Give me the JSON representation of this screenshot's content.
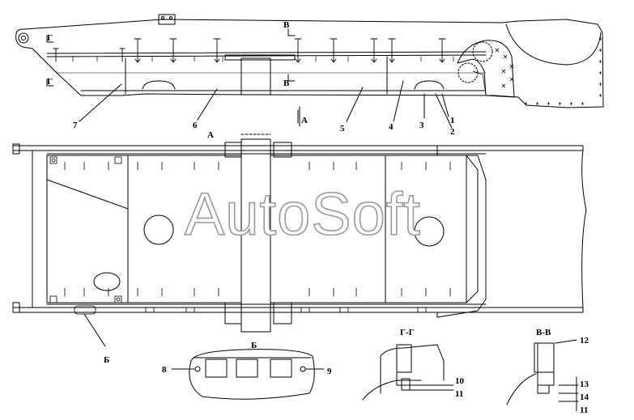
{
  "watermark": "AutoSoft",
  "view_labels": {
    "view_a": "А",
    "detail_b": "Б",
    "detail_b_title": "Б",
    "section_g": "Г",
    "section_g_title": "Г-Г",
    "section_v": "В",
    "section_v_title": "В-В"
  },
  "callouts": [
    "1",
    "2",
    "3",
    "4",
    "5",
    "6",
    "7",
    "8",
    "9",
    "10",
    "11",
    "12",
    "13",
    "14",
    "11"
  ]
}
